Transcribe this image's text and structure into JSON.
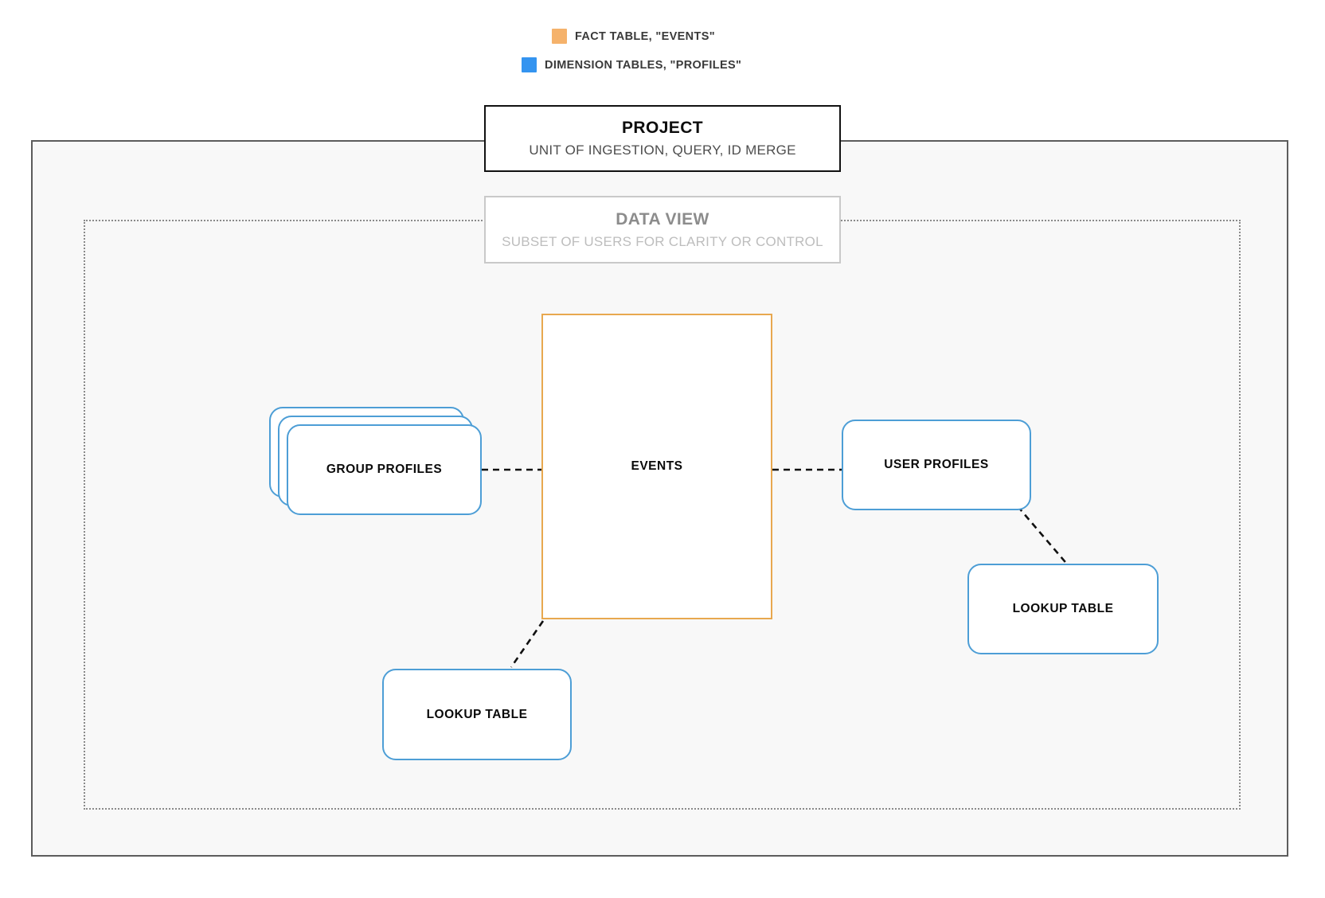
{
  "legend": {
    "items": [
      {
        "label": "FACT TABLE, \"EVENTS\"",
        "color": "#f5b26b",
        "icon": "orange-square-swatch"
      },
      {
        "label": "DIMENSION TABLES, \"PROFILES\"",
        "color": "#3494f0",
        "icon": "blue-square-swatch"
      }
    ]
  },
  "containers": {
    "project": {
      "title": "PROJECT",
      "subtitle": "UNIT OF INGESTION, QUERY, ID MERGE",
      "border_color": "#111111"
    },
    "data_view": {
      "title": "DATA VIEW",
      "subtitle": "SUBSET OF USERS FOR CLARITY OR CONTROL",
      "border_color": "#c9c9c9"
    }
  },
  "nodes": {
    "events": {
      "label": "EVENTS",
      "type": "fact-table",
      "color": "#e8a84f"
    },
    "group_profiles": {
      "label": "GROUP PROFILES",
      "type": "dimension-table",
      "color": "#4d9ed6",
      "stack_count": 3
    },
    "user_profiles": {
      "label": "USER PROFILES",
      "type": "dimension-table",
      "color": "#4d9ed6"
    },
    "lookup_table_right": {
      "label": "LOOKUP TABLE",
      "type": "dimension-table",
      "color": "#4d9ed6"
    },
    "lookup_table_bottom": {
      "label": "LOOKUP TABLE",
      "type": "dimension-table",
      "color": "#4d9ed6"
    }
  },
  "connectors": [
    {
      "from": "group_profiles",
      "to": "events",
      "style": "dashed",
      "color": "#111111"
    },
    {
      "from": "events",
      "to": "user_profiles",
      "style": "dashed",
      "color": "#111111"
    },
    {
      "from": "user_profiles",
      "to": "lookup_table_right",
      "style": "dashed",
      "color": "#111111"
    },
    {
      "from": "events",
      "to": "lookup_table_bottom",
      "style": "dashed",
      "color": "#111111"
    }
  ]
}
